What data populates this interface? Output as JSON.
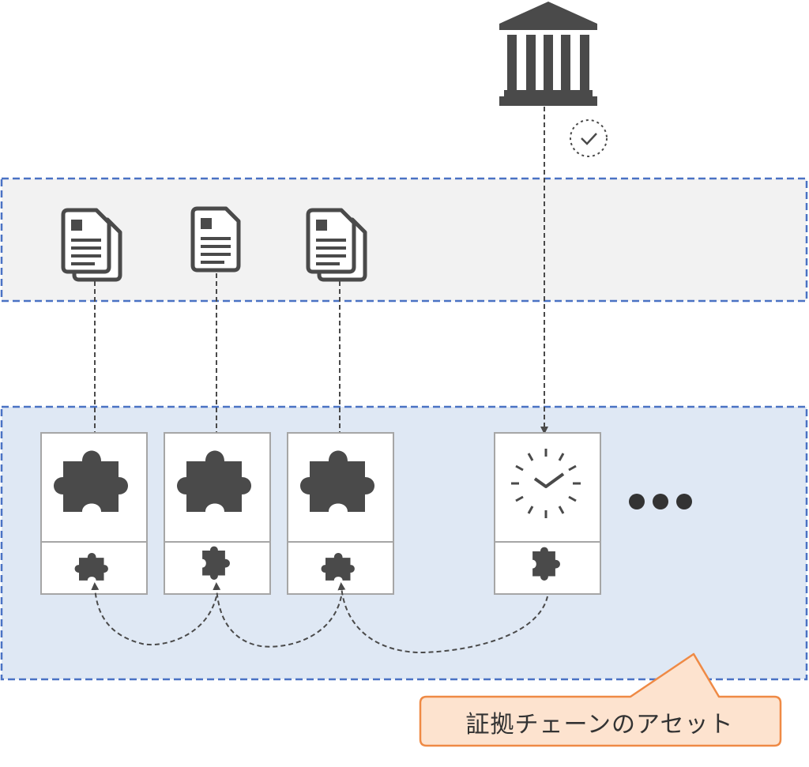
{
  "callout": {
    "label": "証拠チェーンのアセット"
  },
  "sections": {
    "documents_row": {
      "documents": [
        "multi-page-document",
        "single-document",
        "multi-page-document"
      ]
    },
    "chain_row": {
      "blocks": [
        "puzzle-block-1",
        "puzzle-block-2",
        "puzzle-block-3",
        "timestamp-block"
      ],
      "continuation": "ellipsis"
    }
  },
  "authority": {
    "icon": "institution-icon",
    "timestamp_icon": "clock-icon"
  },
  "colors": {
    "dashed_border": "#4a72c4",
    "upper_band_fill": "#f2f2f2",
    "lower_band_fill": "#dfe8f4",
    "icon_dark": "#4a4a4a",
    "callout_fill": "#fde3cf",
    "callout_border": "#ef8a45"
  }
}
